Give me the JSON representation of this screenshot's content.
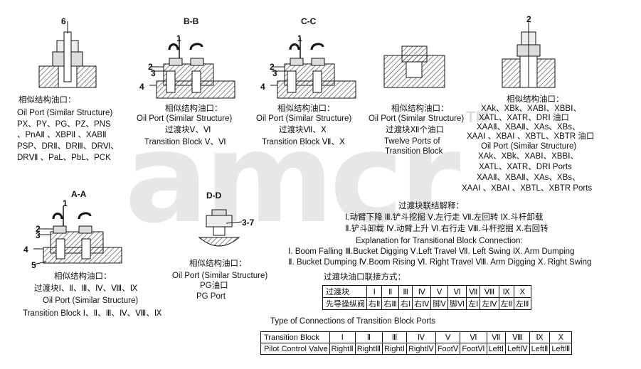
{
  "corner_mark": "",
  "sections": {
    "aa": "A-A",
    "bb": "B-B",
    "cc": "C-C",
    "dd": "D-D"
  },
  "callouts": {
    "fig1_6": "6",
    "bb_1": "1",
    "bb_2": "2",
    "bb_3": "3",
    "bb_4": "4",
    "cc_1": "1",
    "cc_2": "2",
    "cc_3": "3",
    "cc_4": "4",
    "fig5_2": "2",
    "aa_1": "1",
    "aa_2": "2",
    "aa_3": "3",
    "aa_4": "4",
    "aa_5": "5",
    "dd_37": "3-7"
  },
  "blocks": {
    "fig1": {
      "cn_title": "相似结构油口：",
      "en_title": "Oil Port (Similar Structure)",
      "lines": [
        "PX、PY、PG、PZ、PNS",
        "、PnAⅡ 、XBPⅡ 、XABⅡ",
        "PSP、DRⅡ、DRⅢ、DRⅥ、",
        "DRⅦ 、PaL、PbL、PCK"
      ]
    },
    "bb": {
      "cn_title": "相似结构油口：",
      "en_title": "Oil Port (Similar Structure)",
      "cn_line": "过渡块Ⅴ、Ⅵ",
      "en_line": "Transition Block Ⅴ、Ⅵ"
    },
    "cc": {
      "cn_title": "相似结构油口：",
      "en_title": "Oil Port (Similar Structure)",
      "cn_line": "过渡块Ⅶ、Ⅹ",
      "en_line": "Transition Block Ⅶ、Ⅹ"
    },
    "fig4": {
      "cn_title": "相似结构油口：",
      "en_title": "Oil Port (Similar Structure)",
      "cn_line": "过渡块Ⅻ个油口",
      "en_line1": "Twelve Ports of",
      "en_line2": "Transition Block"
    },
    "fig5": {
      "cn_title": "相似结构油口：",
      "cn_lines": [
        "XAk、XBk、XABⅠ、XBBⅠ、",
        "XATL、XATR、DRⅠ 油口",
        "XAAⅡ、XBAⅡ、XAs、XBs、",
        "XAAⅠ 、XBAⅠ 、XBTL、XBTR 油口"
      ],
      "en_title": "Oil Port (Similar Structure)",
      "en_lines": [
        "XAk、XBk、XABⅠ、XBBⅠ、",
        "XATL、XATR、DRⅠ Ports",
        "XAAⅡ、XBAⅡ、XAs、XBs、",
        "XAAⅠ 、XBAⅠ 、XBTL、XBTR Ports"
      ]
    },
    "aa": {
      "cn_title": "相似结构油口：",
      "cn_line": "过渡块Ⅰ、Ⅱ、Ⅲ、Ⅳ、Ⅷ、Ⅸ",
      "en_title": "Oil Port (Similar Structure)",
      "en_line": "Transition Block Ⅰ、Ⅱ、Ⅲ、Ⅳ、Ⅷ、Ⅸ"
    },
    "dd": {
      "cn_title": "相似结构油口：",
      "en_title": "Oil Port (Similar Structure)",
      "line1": "PG油口",
      "line2": "PG Port"
    }
  },
  "explanation": {
    "cn_title": "过渡块联结解释：",
    "cn_line1": "Ⅰ.动臂下降 Ⅲ.铲斗挖掘 Ⅴ.左行走 Ⅶ.左回转 Ⅸ.斗杆卸载",
    "cn_line2": "Ⅱ.铲斗卸载 Ⅳ.动臂上升 Ⅵ.右行走 Ⅷ.斗杆挖掘 Ⅹ.右回转",
    "en_title": "Explanation for Transitional Block Connection:",
    "en_line1": "Ⅰ. Boom Falling Ⅲ.Bucket Digging Ⅴ.Left Travel  Ⅶ. Left Swing Ⅸ. Arm Dumping",
    "en_line2": "Ⅱ. Bucket Dumping Ⅳ.Boom Rising Ⅵ. Right Travel Ⅷ. Arm Digging Ⅹ. Right Swing"
  },
  "cn_table": {
    "title": "过渡块油口联接方式：",
    "header": [
      "过渡块",
      "Ⅰ",
      "Ⅱ",
      "Ⅲ",
      "Ⅳ",
      "Ⅴ",
      "Ⅵ",
      "Ⅶ",
      "Ⅷ",
      "Ⅸ",
      "Ⅹ"
    ],
    "row": [
      "先导操纵阀",
      "右Ⅱ",
      "右Ⅲ",
      "右Ⅰ",
      "右Ⅳ",
      "脚Ⅴ",
      "脚Ⅵ",
      "左Ⅰ",
      "左Ⅳ",
      "左Ⅱ",
      "左Ⅲ"
    ]
  },
  "en_table": {
    "title": "Type of Connections of Transition Block Ports",
    "header": [
      "Transition Block",
      "Ⅰ",
      "Ⅱ",
      "Ⅲ",
      "Ⅳ",
      "Ⅴ",
      "Ⅵ",
      "Ⅶ",
      "Ⅷ",
      "Ⅸ",
      "Ⅹ"
    ],
    "row": [
      "Pilot Control Valve",
      "RightⅡ",
      "RightⅢ",
      "RightⅠ",
      "RightⅣ",
      "FootⅤ",
      "FootⅥ",
      "LeftⅠ",
      "LeftⅣ",
      "LeftⅡ",
      "LeftⅢ"
    ]
  },
  "colors": {
    "hatch": "#555555",
    "line": "#111111",
    "watermark": "#b0b0b0"
  }
}
